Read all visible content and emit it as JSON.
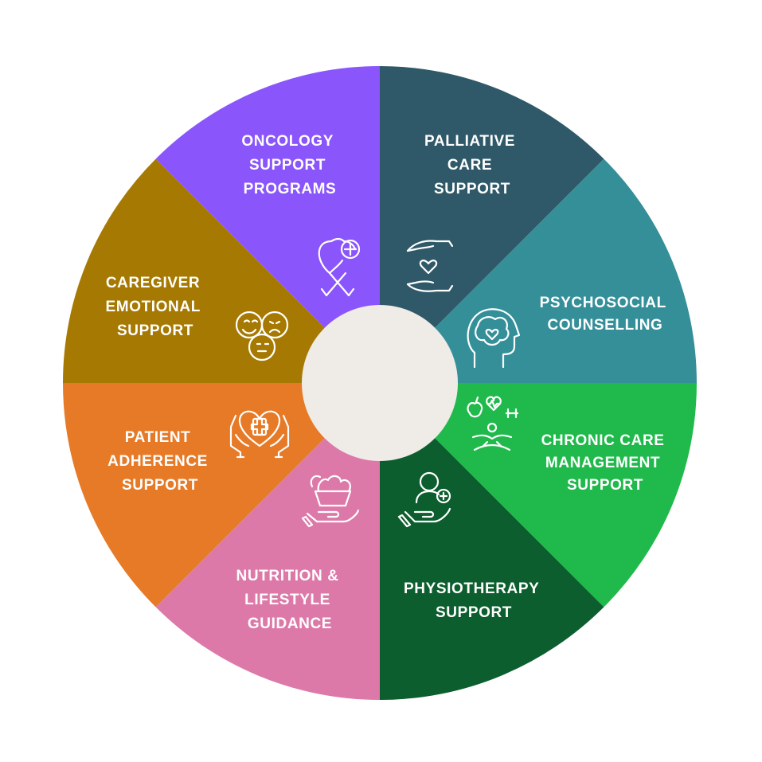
{
  "diagram": {
    "center_color": "#efebe7",
    "segments": [
      {
        "id": "oncology",
        "lines": [
          "ONCOLOGY",
          "SUPPORT",
          "PROGRAMS"
        ],
        "color": "#2f5968",
        "icon": "awareness-ribbon-plus-icon"
      },
      {
        "id": "palliative",
        "lines": [
          "PALLIATIVE",
          "CARE",
          "SUPPORT"
        ],
        "color": "#348f99",
        "icon": "hands-heart-icon"
      },
      {
        "id": "psychosocial",
        "lines": [
          "PSYCHOSOCIAL",
          "COUNSELLING"
        ],
        "color": "#20b94b",
        "icon": "head-brain-heart-icon"
      },
      {
        "id": "chronic",
        "lines": [
          "CHRONIC CARE",
          "MANAGEMENT",
          "SUPPORT"
        ],
        "color": "#0d5e2e",
        "icon": "meditation-wellness-icon"
      },
      {
        "id": "physiotherapy",
        "lines": [
          "PHYSIOTHERAPY",
          "SUPPORT"
        ],
        "color": "#dd79a8",
        "icon": "hand-person-care-icon"
      },
      {
        "id": "nutrition",
        "lines": [
          "NUTRITION &",
          "LIFESTYLE",
          "GUIDANCE"
        ],
        "color": "#e67a27",
        "icon": "hand-food-basket-icon"
      },
      {
        "id": "adherence",
        "lines": [
          "PATIENT",
          "ADHERENCE",
          "SUPPORT"
        ],
        "color": "#a67902",
        "icon": "hands-heart-plus-icon"
      },
      {
        "id": "caregiver",
        "lines": [
          "CAREGIVER",
          "EMOTIONAL",
          "SUPPORT"
        ],
        "color": "#8a55fb",
        "icon": "emotion-faces-icon"
      }
    ]
  }
}
